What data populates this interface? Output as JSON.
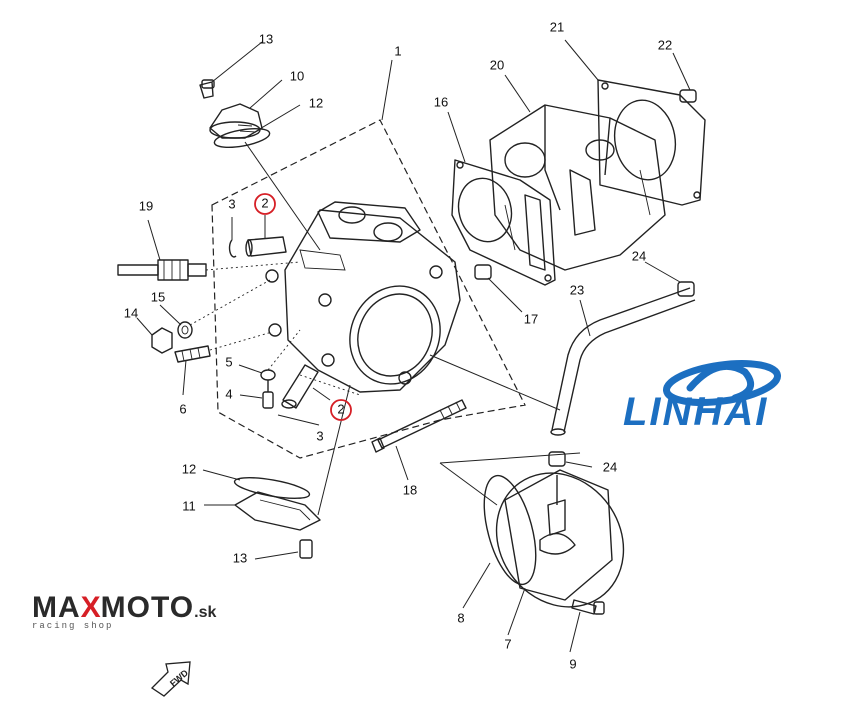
{
  "diagram": {
    "callouts": [
      {
        "id": "c1",
        "text": "1"
      },
      {
        "id": "c2a",
        "text": "2"
      },
      {
        "id": "c2b",
        "text": "2"
      },
      {
        "id": "c3a",
        "text": "3"
      },
      {
        "id": "c3b",
        "text": "3"
      },
      {
        "id": "c4",
        "text": "4"
      },
      {
        "id": "c5",
        "text": "5"
      },
      {
        "id": "c6",
        "text": "6"
      },
      {
        "id": "c7",
        "text": "7"
      },
      {
        "id": "c8",
        "text": "8"
      },
      {
        "id": "c9",
        "text": "9"
      },
      {
        "id": "c10",
        "text": "10"
      },
      {
        "id": "c11",
        "text": "11"
      },
      {
        "id": "c12a",
        "text": "12"
      },
      {
        "id": "c12b",
        "text": "12"
      },
      {
        "id": "c13a",
        "text": "13"
      },
      {
        "id": "c13b",
        "text": "13"
      },
      {
        "id": "c14",
        "text": "14"
      },
      {
        "id": "c15",
        "text": "15"
      },
      {
        "id": "c16",
        "text": "16"
      },
      {
        "id": "c17",
        "text": "17"
      },
      {
        "id": "c18",
        "text": "18"
      },
      {
        "id": "c19",
        "text": "19"
      },
      {
        "id": "c20",
        "text": "20"
      },
      {
        "id": "c21",
        "text": "21"
      },
      {
        "id": "c22",
        "text": "22"
      },
      {
        "id": "c23",
        "text": "23"
      },
      {
        "id": "c24a",
        "text": "24"
      },
      {
        "id": "c24b",
        "text": "24"
      }
    ],
    "highlight_color": "#d61f26"
  },
  "logos": {
    "linhai": {
      "text": "LINHAI",
      "color": "#1c6fc1"
    },
    "maxmoto": {
      "part1": "MA",
      "part2": "X",
      "part3": "MOTO",
      "suffix": ".sk",
      "tagline": "racing shop",
      "accent": "#d61f26"
    },
    "fwd": {
      "text": "FWD"
    }
  }
}
